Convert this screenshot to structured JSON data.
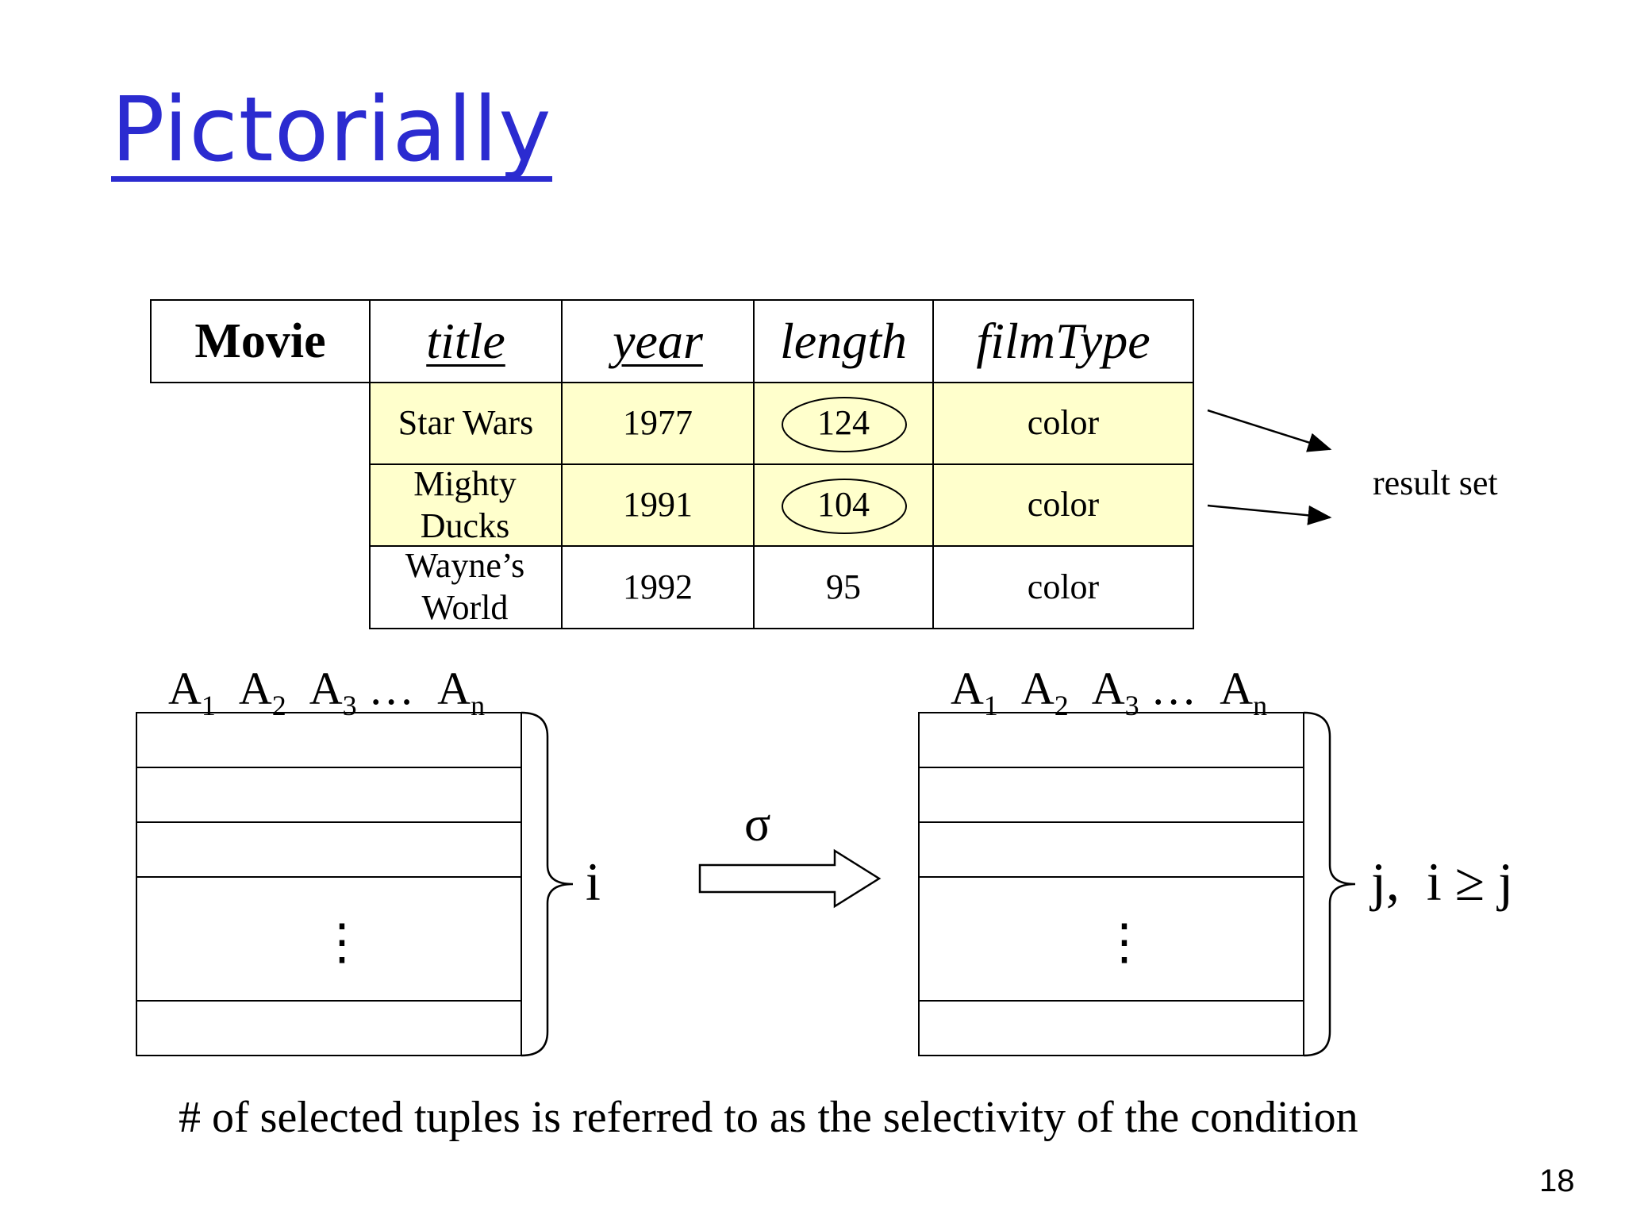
{
  "slide": {
    "title": "Pictorially",
    "page_number": "18",
    "note": "# of selected tuples is referred to as the selectivity of the condition"
  },
  "table": {
    "relation": "Movie",
    "headers": [
      "title",
      "year",
      "length",
      "filmType"
    ],
    "rows": [
      {
        "title": "Star Wars",
        "year": "1977",
        "length": "124",
        "filmType": "color",
        "selected": true
      },
      {
        "title": "Mighty Ducks",
        "year": "1991",
        "length": "104",
        "filmType": "color",
        "selected": true
      },
      {
        "title": "Wayne’s World",
        "year": "1992",
        "length": "95",
        "filmType": "color",
        "selected": false
      }
    ]
  },
  "annotation": {
    "result_label": "result set"
  },
  "diagram": {
    "attr_labels": [
      "A",
      "A",
      "A",
      "A"
    ],
    "attr_subscripts": [
      "1",
      "2",
      "3",
      "n"
    ],
    "ellipsis": "…",
    "vertical_ellipsis": "⋮",
    "left_count": "i",
    "operator": "σ",
    "right_count": "j,  i ≥ j"
  },
  "colors": {
    "title": "#2b2bd0",
    "highlight": "#ffffcc",
    "line": "#000000"
  }
}
